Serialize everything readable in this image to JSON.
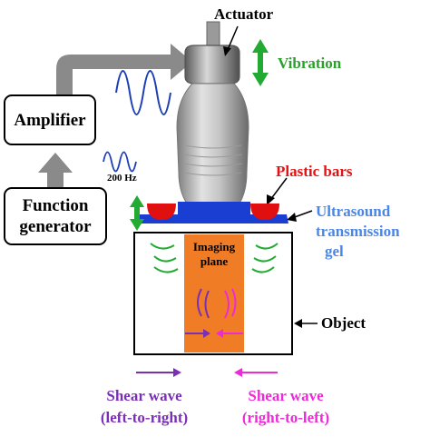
{
  "labels": {
    "actuator": "Actuator",
    "vibration": "Vibration",
    "amplifier": "Amplifier",
    "function_generator_line1": "Function",
    "function_generator_line2": "generator",
    "frequency": "200 Hz",
    "plastic_bars": "Plastic bars",
    "ultrasound_line1": "Ultrasound",
    "ultrasound_line2": "transmission",
    "ultrasound_line3": "gel",
    "imaging_line1": "Imaging",
    "imaging_line2": "plane",
    "object": "Object",
    "shear_lr_line1": "Shear wave",
    "shear_lr_line2": "(left-to-right)",
    "shear_rl_line1": "Shear wave",
    "shear_rl_line2": "(right-to-left)"
  },
  "colors": {
    "vibration_text": "#2ca02c",
    "vibration_arrow": "#22aa33",
    "plastic_bars_text": "#e81010",
    "plastic_bars_fill": "#e01010",
    "ultrasound_text": "#4a86e8",
    "gel_fill": "#1a3ed1",
    "imaging_plane_fill": "#f07c26",
    "shear_lr": "#7a2fb5",
    "shear_rl": "#ee2ad8",
    "signal_arrow": "#8a8a8a",
    "wave": "#1c3fb4"
  }
}
